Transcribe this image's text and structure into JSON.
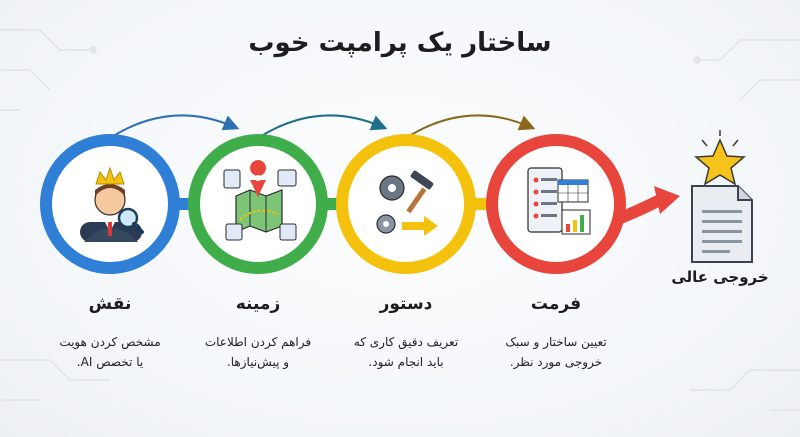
{
  "title": "ساختار یک پرامپت خوب",
  "steps": [
    {
      "label": "نقش",
      "desc_line1": "مشخص کردن هویت",
      "desc_line2": "یا تخصص AI.",
      "color": "#2f7fd6",
      "icon": "role-person-crown-icon"
    },
    {
      "label": "زمینه",
      "desc_line1": "فراهم کردن اطلاعات",
      "desc_line2": "و پیش‌نیازها.",
      "color": "#3fae4a",
      "icon": "context-map-pin-icon"
    },
    {
      "label": "دستور",
      "desc_line1": "تعریف دقیق کاری که",
      "desc_line2": "باید انجام شود.",
      "color": "#f4c20d",
      "icon": "instruction-gears-hammer-icon"
    },
    {
      "label": "فرمت",
      "desc_line1": "تعیین ساختار و سبک",
      "desc_line2": "خروجی مورد نظر.",
      "color": "#e8453c",
      "icon": "format-document-chart-icon"
    }
  ],
  "output": {
    "label": "خروجی عالی",
    "icon": "document-star-icon"
  }
}
